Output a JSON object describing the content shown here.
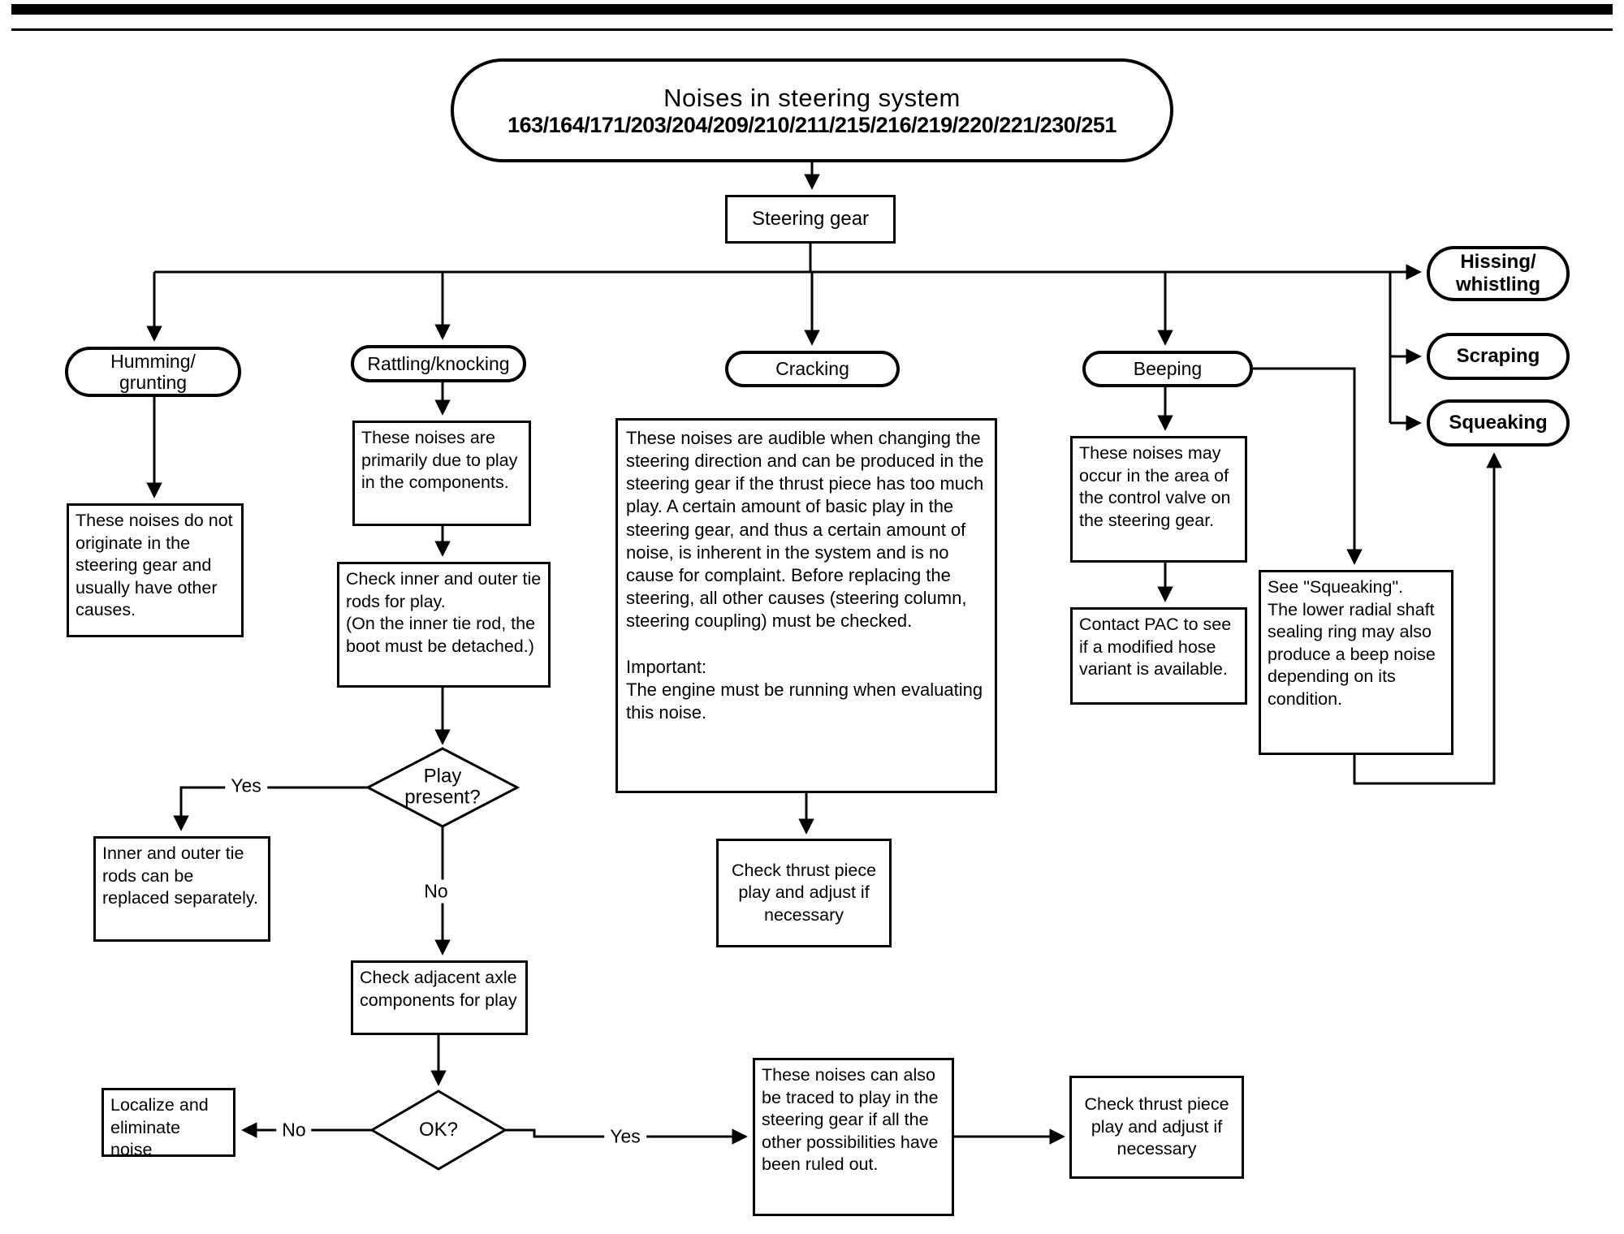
{
  "title": {
    "line1": "Noises in steering system",
    "line2": "163/164/171/203/204/209/210/211/215/216/219/220/221/230/251"
  },
  "nodes": {
    "steering_gear": "Steering gear",
    "humming": "Humming/\ngrunting",
    "rattling": "Rattling/knocking",
    "cracking": "Cracking",
    "beeping": "Beeping",
    "hissing": "Hissing/\nwhistling",
    "scraping": "Scraping",
    "squeaking": "Squeaking",
    "humming_info": "These noises do not originate in the steering gear and usually have other causes.",
    "rattling_info": "These noises are primarily due to play in the components.",
    "check_tie_rods": "Check inner and outer tie rods for play.\n(On the inner tie rod, the boot must be detached.)",
    "play_present": "Play\npresent?",
    "tie_rods_replace": "Inner and outer tie rods can be replaced separately.",
    "check_axle": "Check adjacent axle components for play",
    "ok": "OK?",
    "localize": "Localize and eliminate noise",
    "traced_info": "These noises can also be traced to play in the steering gear if all the other possibilities have been ruled out.",
    "check_thrust_bottom": "Check thrust piece play and adjust if necessary",
    "cracking_info": "These noises are audible when changing the steering direction and can be produced in the steering gear if the thrust piece has too much play. A certain amount of basic play in the steering gear, and thus a certain amount of noise, is inherent in the system and is no cause for complaint. Before replacing the steering, all other causes (steering column, steering coupling) must be checked.\n\nImportant:\nThe engine must be running when evaluating this noise.",
    "check_thrust_mid": "Check thrust piece play and adjust if necessary",
    "beeping_info": "These noises may occur in the area of the control valve on the steering gear.",
    "contact_pac": "Contact PAC to see if a modified hose variant is available.",
    "see_squeaking": "See \"Squeaking\".\nThe lower radial shaft sealing ring may also produce a beep noise depending on its condition."
  },
  "labels": {
    "yes_play": "Yes",
    "no_play": "No",
    "no_ok": "No",
    "yes_ok": "Yes"
  },
  "colors": {
    "ink": "#000000",
    "paper": "#ffffff"
  }
}
